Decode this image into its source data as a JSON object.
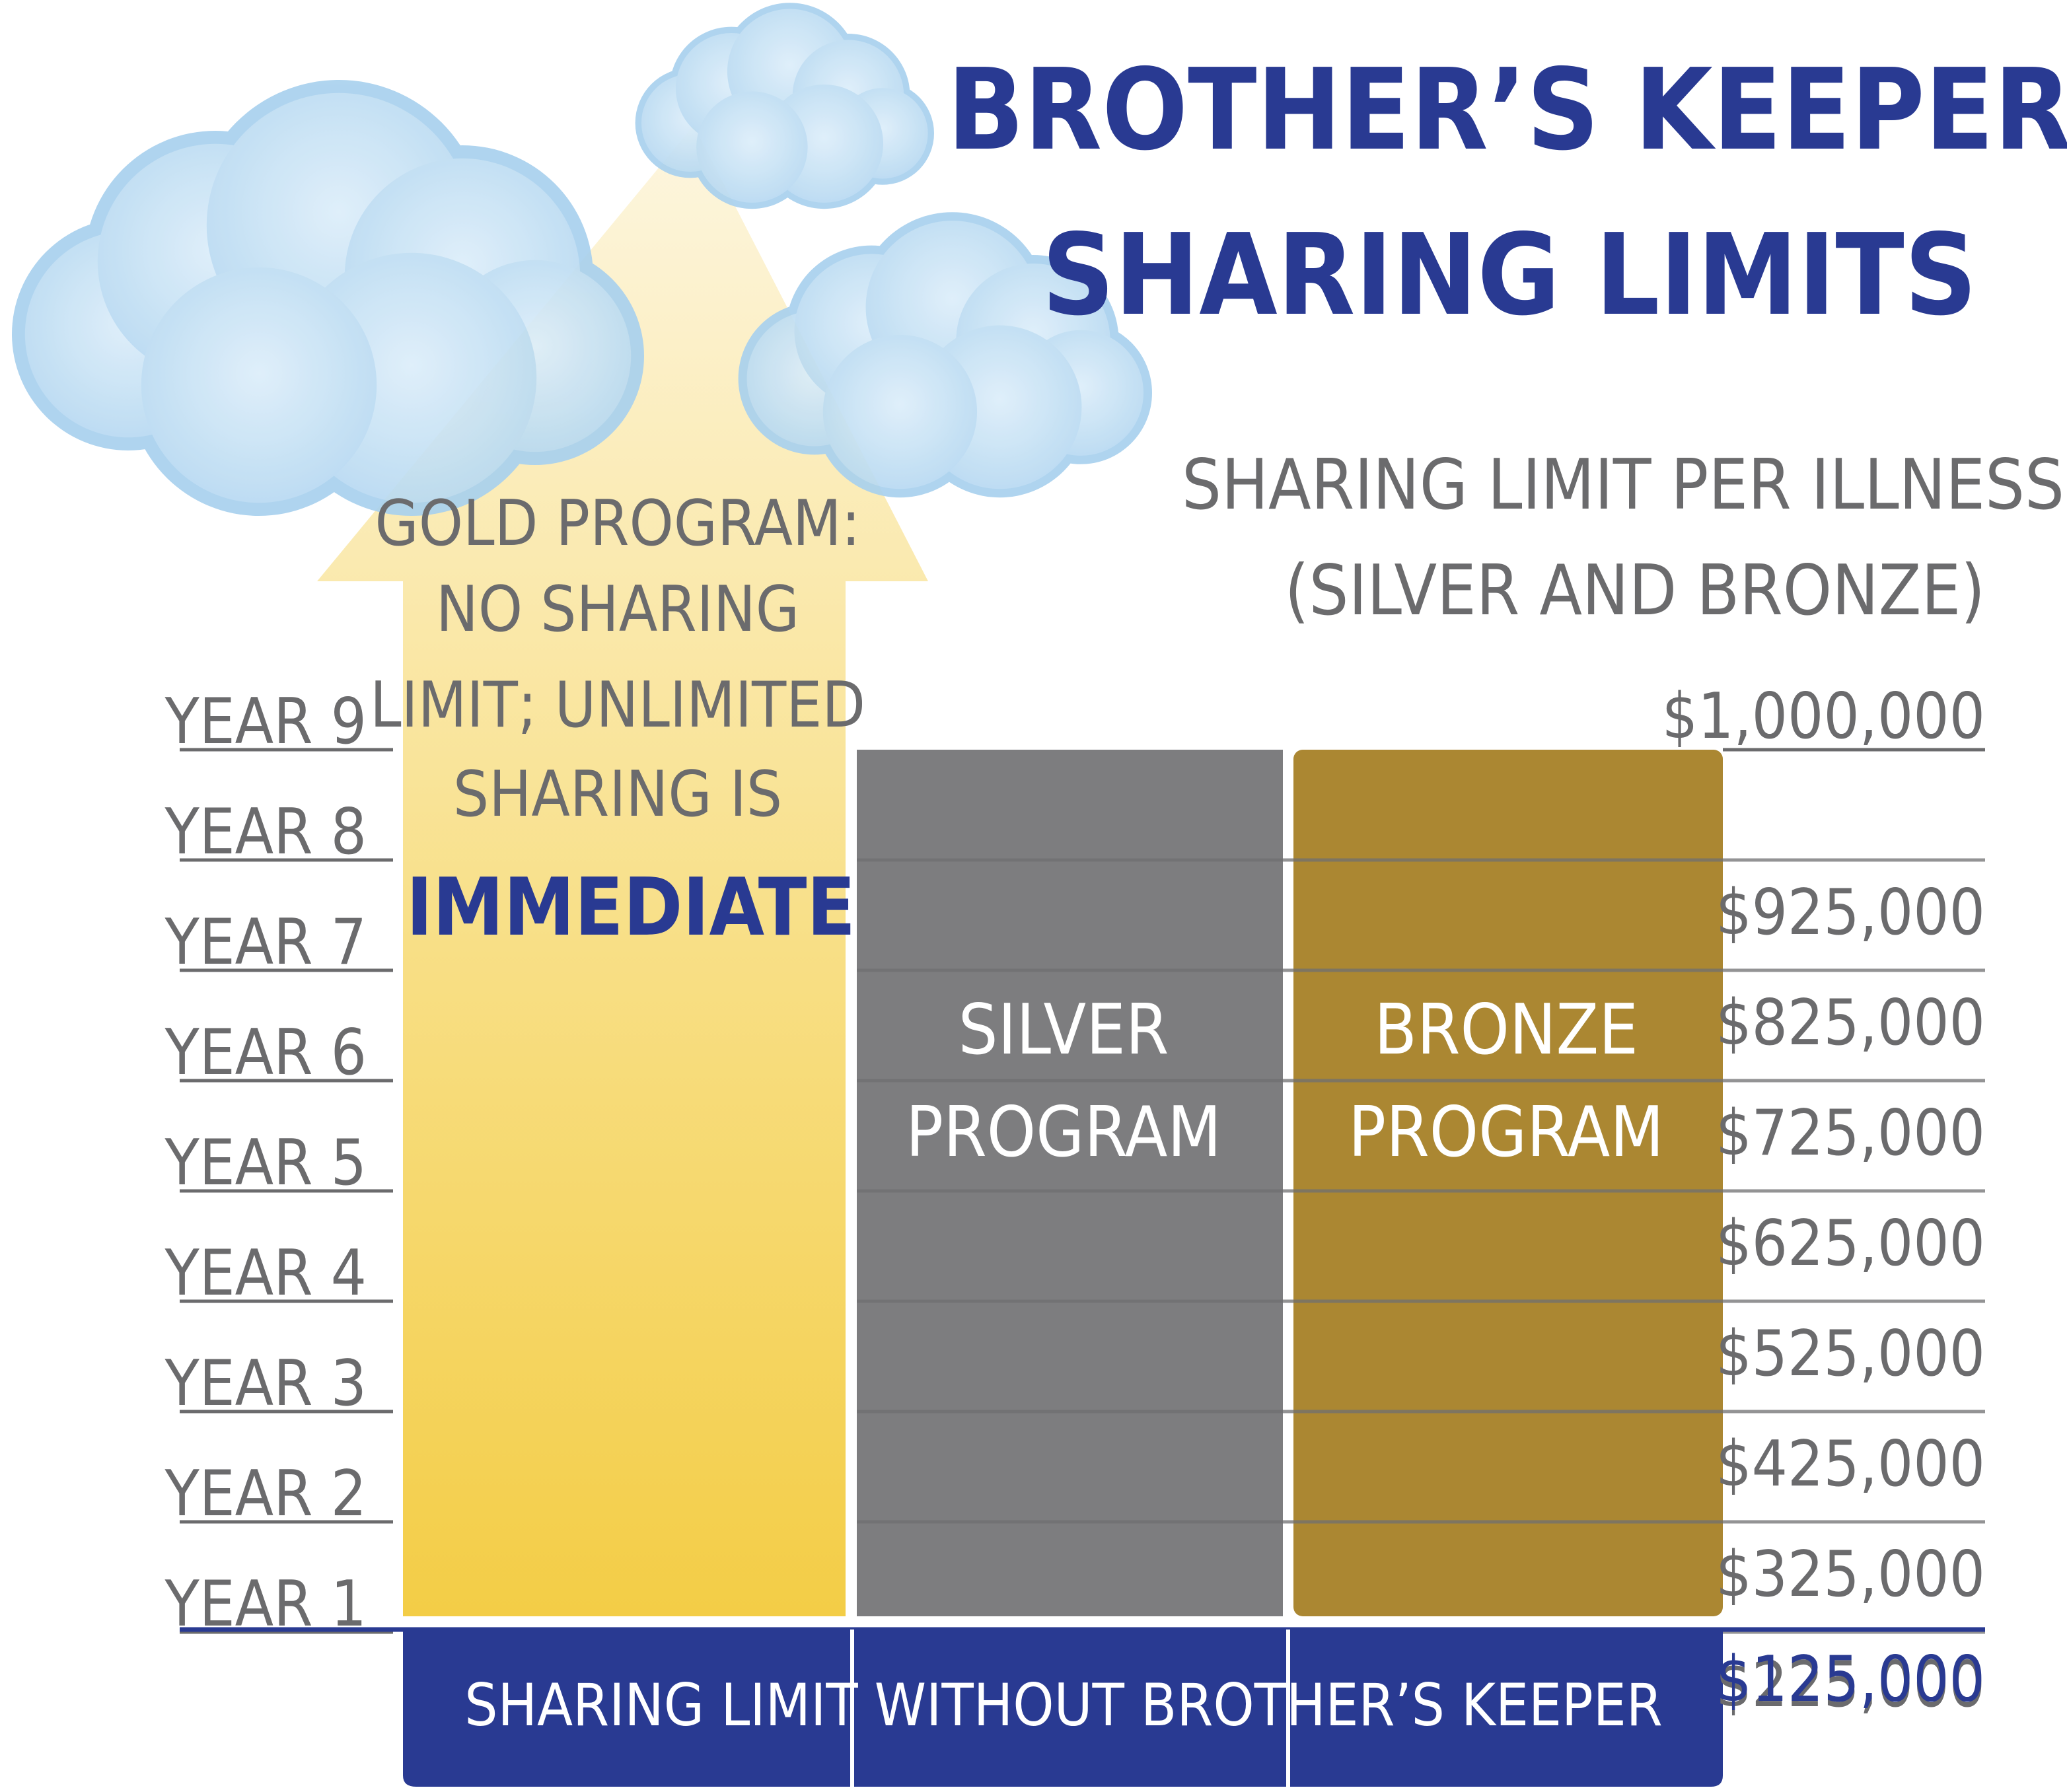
{
  "chart_data": {
    "type": "bar",
    "title": [
      "BROTHER’S KEEPER",
      "SHARING LIMITS"
    ],
    "value_axis_title": [
      "SHARING LIMIT PER ILLNESS",
      "(SILVER AND BRONZE)"
    ],
    "categories": [
      "YEAR 1",
      "YEAR 2",
      "YEAR 3",
      "YEAR 4",
      "YEAR 5",
      "YEAR 6",
      "YEAR 7",
      "YEAR 8",
      "YEAR 9"
    ],
    "series": [
      {
        "name_lines": [
          "SILVER",
          "PROGRAM"
        ],
        "color": "#7d7d7f",
        "values": [
          225000,
          325000,
          425000,
          525000,
          625000,
          725000,
          825000,
          925000,
          1000000
        ]
      },
      {
        "name_lines": [
          "BRONZE",
          "PROGRAM"
        ],
        "color": "#ab8732",
        "values": [
          225000,
          325000,
          425000,
          525000,
          625000,
          725000,
          825000,
          925000,
          1000000
        ]
      }
    ],
    "limit_labels": [
      "$225,000",
      "$325,000",
      "$425,000",
      "$525,000",
      "$625,000",
      "$725,000",
      "$825,000",
      "$925,000",
      "$1,000,000"
    ],
    "gold": {
      "text_lines": [
        "GOLD PROGRAM:",
        "NO SHARING",
        "LIMIT; UNLIMITED",
        "SHARING IS"
      ],
      "highlight": "IMMEDIATE",
      "color": "#f3cd46"
    },
    "baseline": {
      "label": "SHARING LIMIT WITHOUT BROTHER’S KEEPER",
      "value": 125000,
      "value_label": "$125,000",
      "color": "#293a92"
    }
  },
  "colors": {
    "title": "#293a92",
    "text_gray": "#6b6b6d",
    "cloud": "#c4e0f4",
    "cloud_edge": "#a9d1ee",
    "gold_top": "#fdf5db"
  }
}
